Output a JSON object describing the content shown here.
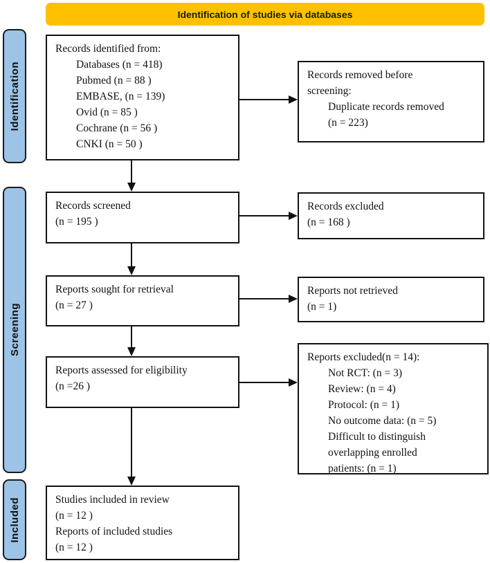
{
  "banner": {
    "title": "Identification of studies via databases"
  },
  "colors": {
    "banner_bg": "#FFC000",
    "stage_bg": "#9DC3E6",
    "border": "#111111",
    "box_bg": "#FFFFFF"
  },
  "stages": {
    "identification": {
      "label": "Identification"
    },
    "screening": {
      "label": "Screening"
    },
    "included": {
      "label": "Included"
    }
  },
  "flow": {
    "records_identified": {
      "title": "Records identified from:",
      "items": [
        "Databases (n = 418)",
        "Pubmed (n = 88 )",
        "EMBASE, (n = 139)",
        "Ovid (n = 85 )",
        "Cochrane (n = 56 )",
        "CNKI (n = 50 )"
      ]
    },
    "records_removed": {
      "line1": "Records removed before",
      "line2": "screening:",
      "items": [
        "Duplicate records removed",
        "(n = 223)"
      ]
    },
    "records_screened": {
      "line1": "Records screened",
      "line2": "(n = 195 )"
    },
    "records_excluded": {
      "line1": "Records excluded",
      "line2": "(n = 168 )"
    },
    "reports_sought": {
      "line1": "Reports sought for retrieval",
      "line2": "(n = 27 )"
    },
    "reports_not_retrieved": {
      "line1": "Reports not retrieved",
      "line2": "(n = 1)"
    },
    "reports_assessed": {
      "line1": "Reports assessed for eligibility",
      "line2": "(n =26 )"
    },
    "reports_excluded": {
      "title": "Reports excluded(n = 14):",
      "items": [
        "Not RCT: (n = 3)",
        "Review: (n = 4)",
        "Protocol: (n = 1)",
        "No outcome data: (n = 5)",
        "Difficult to distinguish",
        "overlapping enrolled",
        "patients: (n = 1)"
      ]
    },
    "studies_included": {
      "lines": [
        "Studies included in review",
        "(n = 12 )",
        "Reports of included studies",
        "(n = 12 )"
      ]
    }
  }
}
